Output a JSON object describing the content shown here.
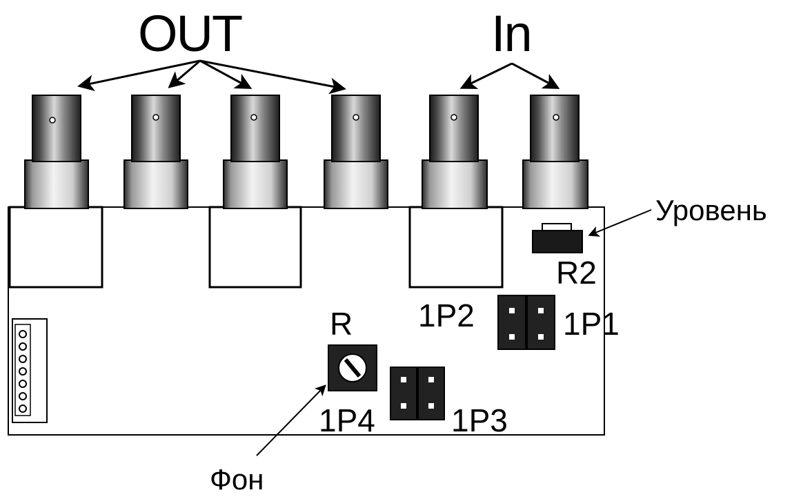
{
  "labels": {
    "out": "OUT",
    "in": "In",
    "level": "Уровень",
    "background": "Фон",
    "r": "R",
    "r2": "R2",
    "p1": "1P1",
    "p2": "1P2",
    "p3": "1P3",
    "p4": "1P4"
  },
  "colors": {
    "line": "#000000",
    "board": "#ffffff",
    "connector_dark": "#1a1a1a",
    "connector_light": "#e6e6e6",
    "jumper": "#222222",
    "pin": "#ffffff"
  }
}
